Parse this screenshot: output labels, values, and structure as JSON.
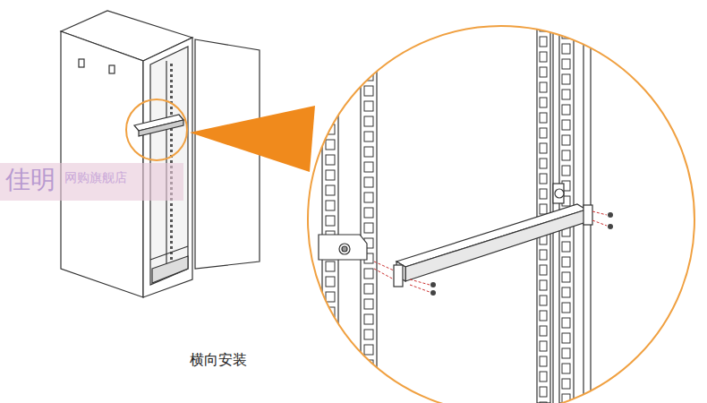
{
  "diagram": {
    "labels": [
      "佳明",
      "网购旗舰店",
      "横向安装"
    ]
  }
}
